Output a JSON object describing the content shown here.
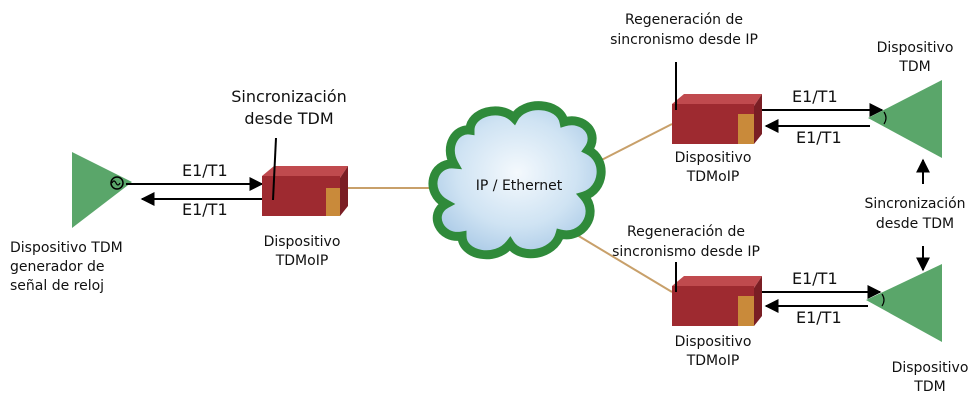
{
  "source_device": {
    "label_lines": [
      "Dispositivo TDM",
      "generador de",
      "señal de reloj"
    ],
    "color": "#5aa66a"
  },
  "links": {
    "left_tx": "E1/T1",
    "left_rx": "E1/T1",
    "top_tx": "E1/T1",
    "top_rx": "E1/T1",
    "bottom_tx": "E1/T1",
    "bottom_rx": "E1/T1"
  },
  "tdmoip_left": {
    "label_lines": [
      "Dispositivo",
      "TDMoIP"
    ],
    "annotation_lines": [
      "Sincronización",
      "desde TDM"
    ]
  },
  "network": {
    "label": "IP / Ethernet"
  },
  "tdmoip_top": {
    "label_lines": [
      "Dispositivo",
      "TDMoIP"
    ],
    "annotation_lines": [
      "Regeneración de",
      "sincronismo desde IP"
    ]
  },
  "tdmoip_bottom": {
    "label_lines": [
      "Dispositivo",
      "TDMoIP"
    ],
    "annotation_lines": [
      "Regeneración de",
      "sincronismo desde IP"
    ]
  },
  "tdm_top": {
    "label_lines": [
      "Dispositivo",
      "TDM"
    ]
  },
  "tdm_bottom": {
    "label_lines": [
      "Dispositivo",
      "TDM"
    ]
  },
  "tdm_sync": {
    "label_lines": [
      "Sincronización",
      "desde TDM"
    ]
  },
  "colors": {
    "device_green": "#5aa66a",
    "tdmoip_red": "#9e2a30",
    "tdmoip_accent": "#c98a3a",
    "cloud_green": "#2f8a3a",
    "cloud_blue": "#cfe3f3",
    "cable": "#c8a06a"
  }
}
